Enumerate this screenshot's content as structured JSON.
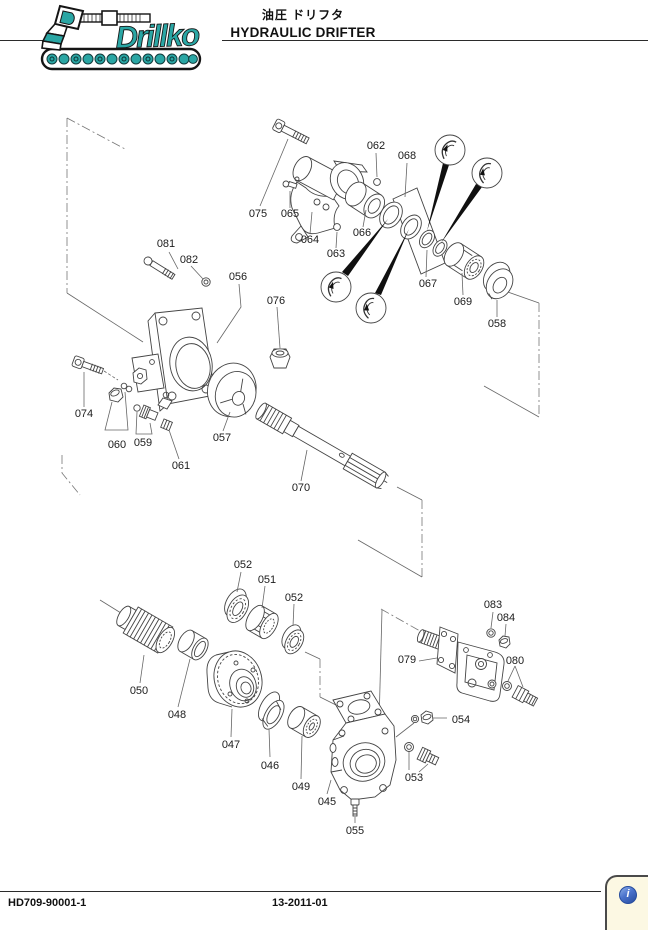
{
  "header": {
    "logo_text": "Drillko",
    "title_ja": "油圧 ドリフタ",
    "title_en": "HYDRAULIC DRIFTER",
    "brand_color": "#2aa6a4"
  },
  "diagram": {
    "callouts": [
      {
        "id": "075"
      },
      {
        "id": "065"
      },
      {
        "id": "064"
      },
      {
        "id": "063"
      },
      {
        "id": "066"
      },
      {
        "id": "062"
      },
      {
        "id": "068"
      },
      {
        "id": "067"
      },
      {
        "id": "069"
      },
      {
        "id": "058"
      },
      {
        "id": "081"
      },
      {
        "id": "082"
      },
      {
        "id": "056"
      },
      {
        "id": "076"
      },
      {
        "id": "074"
      },
      {
        "id": "060"
      },
      {
        "id": "059"
      },
      {
        "id": "061"
      },
      {
        "id": "057"
      },
      {
        "id": "070"
      },
      {
        "id": "052"
      },
      {
        "id": "051"
      },
      {
        "id": "052"
      },
      {
        "id": "050"
      },
      {
        "id": "048"
      },
      {
        "id": "047"
      },
      {
        "id": "046"
      },
      {
        "id": "049"
      },
      {
        "id": "045"
      },
      {
        "id": "055"
      },
      {
        "id": "053"
      },
      {
        "id": "054"
      },
      {
        "id": "079"
      },
      {
        "id": "083"
      },
      {
        "id": "084"
      },
      {
        "id": "080"
      }
    ]
  },
  "footer": {
    "doc_number": "HD709-90001-1",
    "date_code": "13-2011-01",
    "info_glyph": "i"
  }
}
